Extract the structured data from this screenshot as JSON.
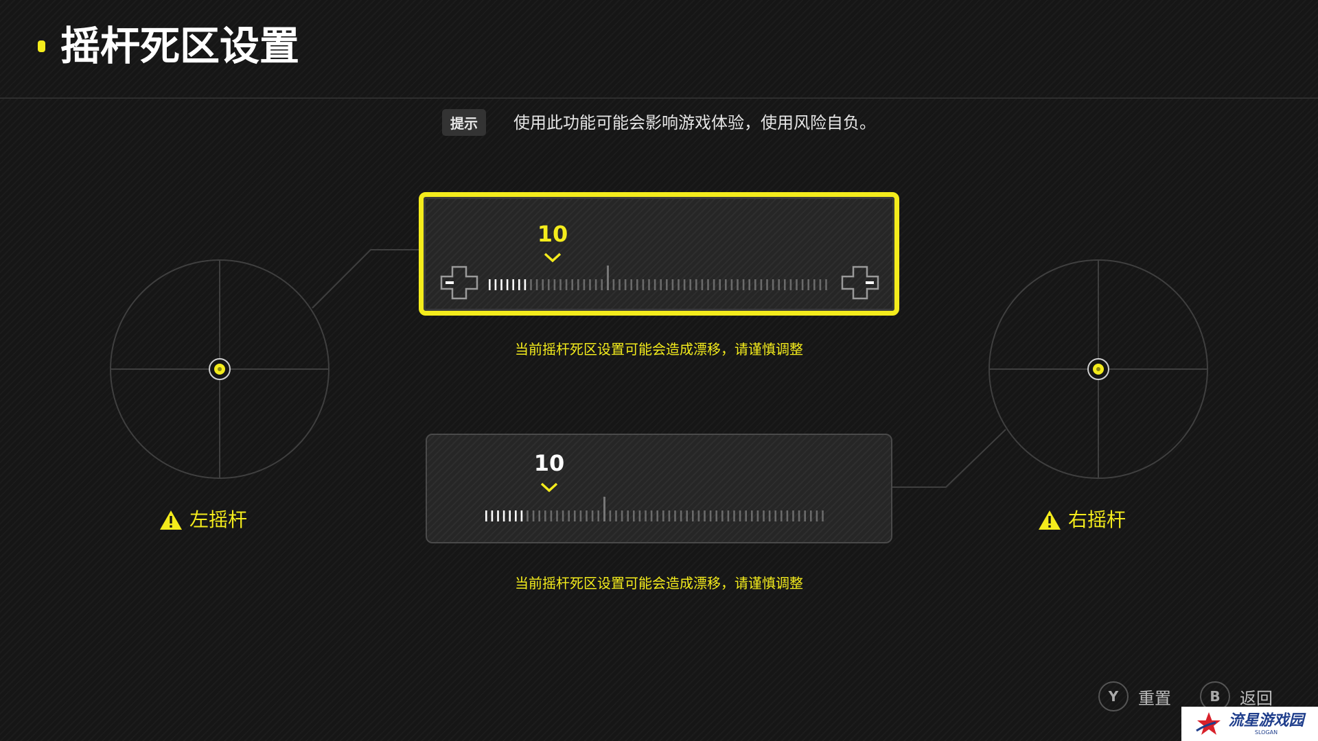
{
  "header": {
    "title": "摇杆死区设置"
  },
  "hint": {
    "tag": "提示",
    "text": "使用此功能可能会影响游戏体验，使用风险自负。"
  },
  "sticks": {
    "left": {
      "label": "左摇杆"
    },
    "right": {
      "label": "右摇杆"
    }
  },
  "sliders": [
    {
      "value": "10",
      "level": 10,
      "max": 100,
      "selected": true,
      "warning": "当前摇杆死区设置可能会造成漂移，请谨慎调整"
    },
    {
      "value": "10",
      "level": 10,
      "max": 100,
      "selected": false,
      "warning": "当前摇杆死区设置可能会造成漂移，请谨慎调整"
    }
  ],
  "footer": {
    "reset": {
      "key": "Y",
      "label": "重置"
    },
    "back": {
      "key": "B",
      "label": "返回"
    }
  },
  "watermark": {
    "text": "流星游戏园",
    "sub": "SLOGAN"
  },
  "colors": {
    "accent": "#f4ec1c",
    "background": "#161616",
    "card": "#262626"
  },
  "icons": [
    "warning-icon",
    "dpad-minus-icon",
    "dpad-plus-icon",
    "chevron-down-icon",
    "star-logo-icon"
  ]
}
